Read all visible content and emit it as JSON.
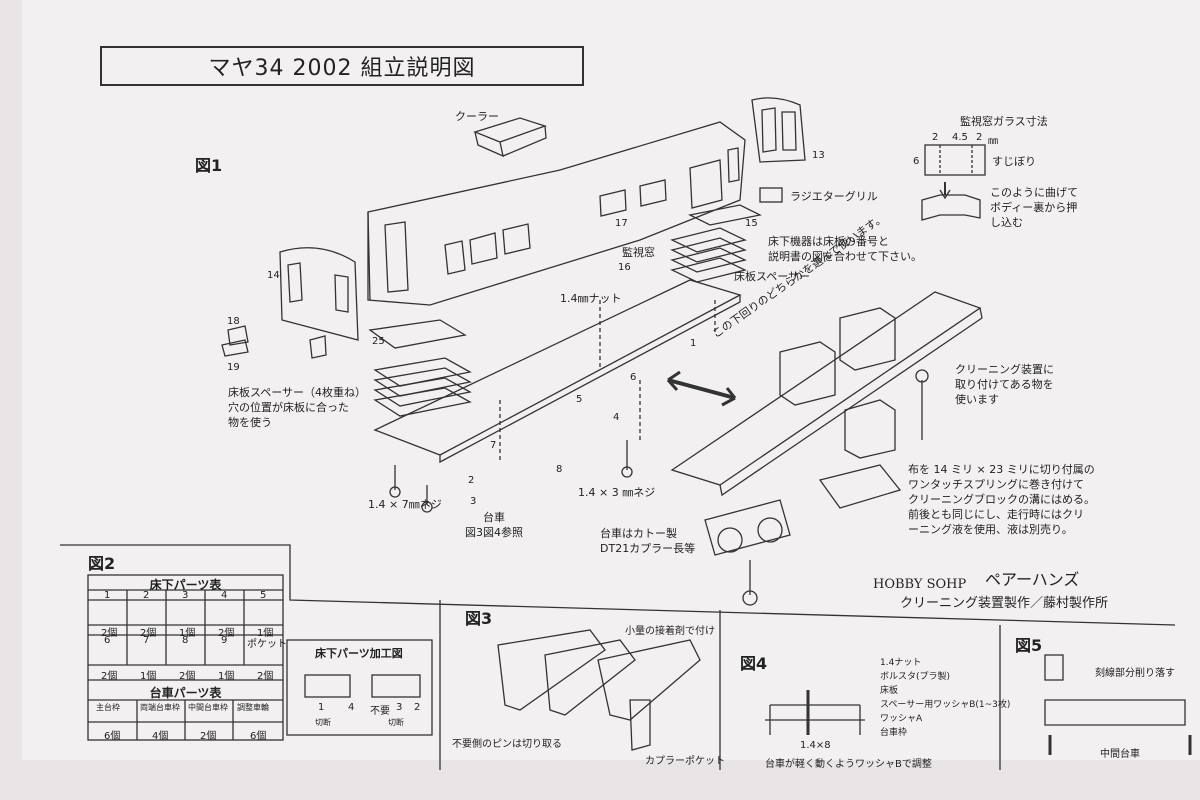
{
  "title": "マヤ34 2002 組立説明図",
  "fig1": {
    "label": "図1",
    "cooler": "クーラー",
    "watch_window": "監視窓",
    "radiator_grille": "ラジエターグリル",
    "floor_spacer_top": "床板スペーサー",
    "nut": "1.4㎜ナット",
    "underfloor_note": [
      "床下機器は床板の番号と",
      "説明書の図を合わせて下さい。"
    ],
    "choose_note": "この下回りのどちらかを選んで使います。",
    "spacer_note": [
      "床板スペーサー（4枚重ね）",
      "穴の位置が床板に合った",
      "物を使う"
    ],
    "screw7": "1.4 × 7㎜ネジ",
    "screw3": "1.4 × 3 ㎜ネジ",
    "bogie": [
      "台車",
      "図3図4参照"
    ],
    "bogie_kato": [
      "台車はカトー製",
      "DT21カプラー長等"
    ],
    "cleaning_note": [
      "クリーニング装置に",
      "取り付けてある物を",
      "使います"
    ],
    "cloth_note": [
      "布を 14 ミリ × 23 ミリに切り付属の",
      "ワンタッチスプリングに巻き付けて",
      "クリーニングブロックの溝にはめる。",
      "前後とも同じにし、走行時にはクリ",
      "ーニング液を使用、液は別売り。"
    ],
    "window_glass": {
      "title": "監視窓ガラス寸法",
      "dims": [
        "2",
        "4.5",
        "2",
        "㎜"
      ],
      "side": "6",
      "groove": "すじぼり",
      "bend_note": [
        "このように曲げて",
        "ボディー裏から押",
        "し込む"
      ]
    },
    "part_numbers": [
      "13",
      "14",
      "15",
      "16",
      "17",
      "18",
      "19",
      "25",
      "1",
      "2",
      "3",
      "4",
      "5",
      "6",
      "7",
      "8"
    ]
  },
  "fig2": {
    "label": "図2",
    "underfloor_table_title": "床下パーツ表",
    "underfloor_headers": [
      "1",
      "2",
      "3",
      "4",
      "5",
      "6",
      "7",
      "8",
      "9",
      "ポケット"
    ],
    "underfloor_counts": [
      "2個",
      "2個",
      "1個",
      "2個",
      "1個",
      "2個",
      "1個",
      "2個",
      "1個",
      "2個"
    ],
    "bogie_table_title": "台車パーツ表",
    "bogie_headers": [
      "主台枠",
      "両端台車枠",
      "中間台車枠",
      "調整車輪"
    ],
    "bogie_counts": [
      "6個",
      "4個",
      "2個",
      "6個"
    ],
    "processing_title": "床下パーツ加工図",
    "processing_labels": [
      "1",
      "4",
      "不要",
      "3",
      "2",
      "切断",
      "切断"
    ]
  },
  "maker": {
    "brand": "HOBBY SOHP",
    "name": "ペアーハンズ",
    "sub": "クリーニング装置製作／藤村製作所"
  },
  "fig3": {
    "label": "図3",
    "note_top": "小量の接着剤で付け",
    "note_bottom": "不要側のピンは切り取る",
    "pocket": "カプラーポケット"
  },
  "fig4": {
    "label": "図4",
    "parts": [
      "1.4ナット",
      "ボルスタ(プラ製)",
      "床板",
      "スペーサー用ワッシャB(1~3枚)",
      "ワッシャA",
      "台車枠"
    ],
    "screw": "1.4×8",
    "note": "台車が軽く動くようワッシャBで調整"
  },
  "fig5": {
    "label": "図5",
    "cut": "刻線部分削り落す",
    "middle": "中間台車"
  }
}
